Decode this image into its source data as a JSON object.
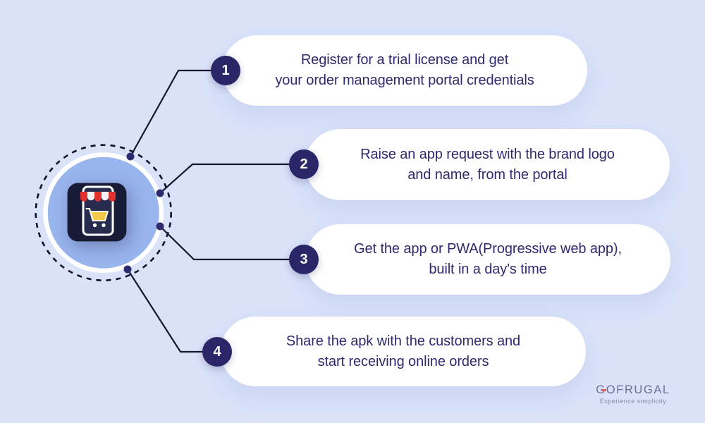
{
  "steps": [
    {
      "number": "1",
      "line1": "Register for a trial license and get",
      "line2": "your order management portal credentials"
    },
    {
      "number": "2",
      "line1": "Raise an app request with the brand logo",
      "line2": "and name, from the portal"
    },
    {
      "number": "3",
      "line1": "Get the app or PWA(Progressive web app),",
      "line2": "built in a day's time"
    },
    {
      "number": "4",
      "line1": "Share the apk with the customers and",
      "line2": "start receiving online orders"
    }
  ],
  "center": {
    "icon": "storefront-mobile-app-icon"
  },
  "logo": {
    "brand_initial": "G",
    "brand_rest": "OFRUGAL",
    "tagline": "Experience simplicity"
  },
  "colors": {
    "background": "#d9e2f8",
    "card": "#ffffff",
    "text_navy": "#2e2a6e",
    "badge_navy": "#2b2668",
    "line": "#16162f",
    "circle_blue": "#99b5ee",
    "ring_white": "#ffffff",
    "tile_navy": "#181b36",
    "phone_screen_navy": "#272c4e",
    "awning_red": "#e03131",
    "cart_yellow": "#f4c84b",
    "logo_gray": "#6f7096",
    "logo_accent_red": "#e25c5c"
  }
}
